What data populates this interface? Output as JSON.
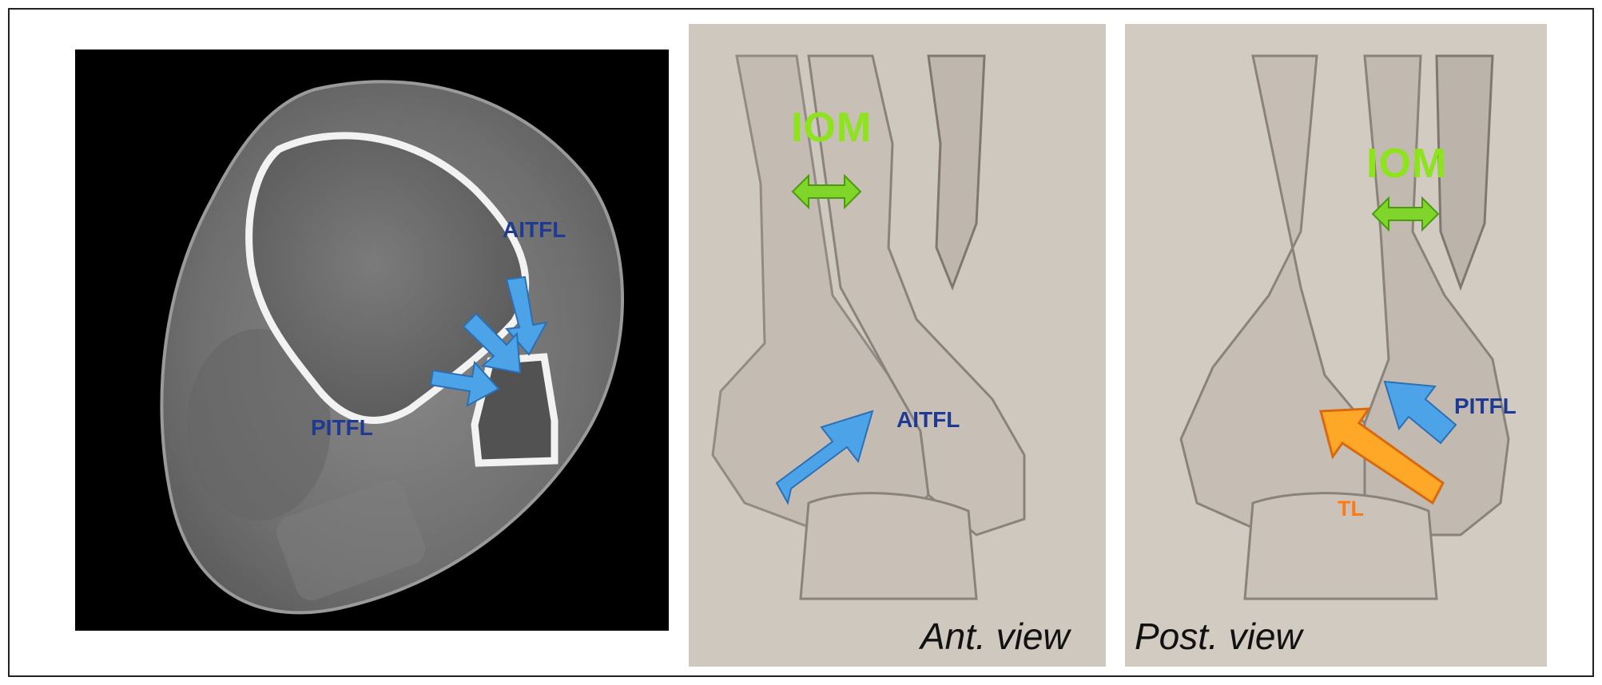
{
  "ct_panel": {
    "labels": {
      "aitfl": "AITFL",
      "pitfl": "PITFL"
    }
  },
  "ant_panel": {
    "labels": {
      "iom": "IOM",
      "aitfl": "AITFL"
    },
    "view_caption": "Ant. view"
  },
  "post_panel": {
    "labels": {
      "iom": "IOM",
      "pitfl": "PITFL",
      "tl": "TL"
    },
    "view_caption": "Post. view"
  },
  "colors": {
    "arrow_blue": "#4da3e8",
    "arrow_green": "#7fd52a",
    "arrow_orange": "#ffa726",
    "label_blue": "#1f3a93",
    "label_green": "#8fe21f",
    "label_orange": "#ff7a12"
  }
}
